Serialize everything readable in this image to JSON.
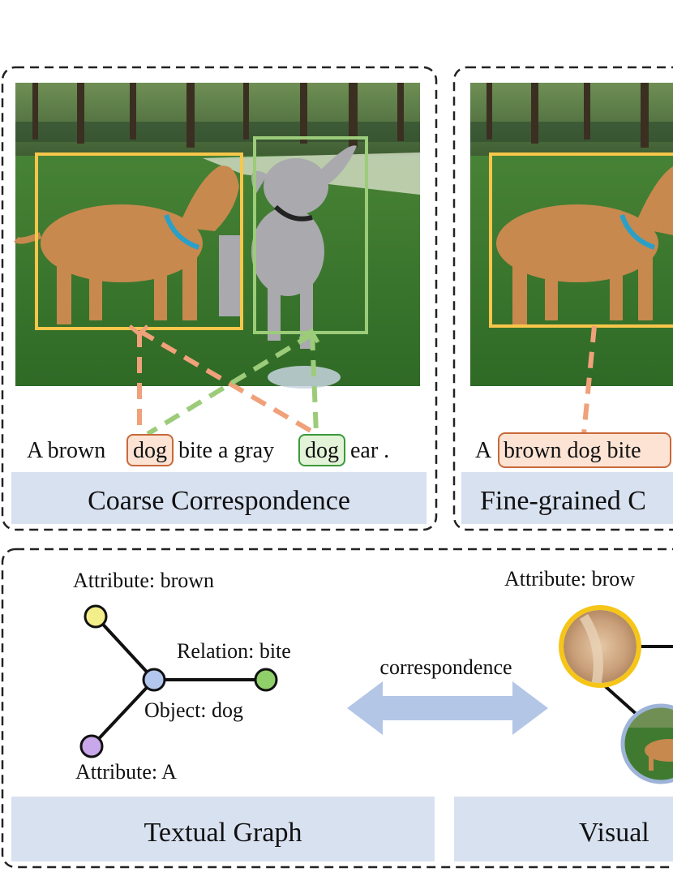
{
  "panels": {
    "coarse": {
      "caption": "Coarse Correspondence",
      "sentence": [
        {
          "text": "A brown",
          "type": "plain"
        },
        {
          "text": "dog",
          "type": "orange-box"
        },
        {
          "text": "bite a gray",
          "type": "plain"
        },
        {
          "text": "dog",
          "type": "green-box"
        },
        {
          "text": "ear .",
          "type": "plain"
        }
      ]
    },
    "fine": {
      "caption": "Fine-grained C",
      "sentence_prefix": "A",
      "sentence_highlight": "brown dog bite"
    },
    "textual_graph": {
      "caption": "Textual Graph",
      "labels": {
        "attr_top": "Attribute: brown",
        "relation": "Relation: bite",
        "object": "Object: dog",
        "attr_bottom": "Attribute: A"
      }
    },
    "visual_graph": {
      "caption": "Visual",
      "labels": {
        "attr_top": "Attribute: brow"
      }
    },
    "correspondence_label": "correspondence"
  },
  "colors": {
    "orange": "#f0a17a",
    "orange_dark": "#c8693a",
    "orange_fill": "#fde3d4",
    "green": "#9ccc7a",
    "green_dark": "#3a9a3a",
    "green_fill": "#e3f3d8",
    "yellow": "#f7c64a",
    "caption_bg": "#d8e1f0",
    "arrow": "#b3c6e6",
    "node_yellow": "#f4ee8a",
    "node_blue": "#b3c6ee",
    "node_green": "#8fd06a",
    "node_purple": "#c8a7ea"
  },
  "icons": {
    "coarse_image": "photo-two-dogs",
    "fine_image": "photo-two-dogs-cropped",
    "attribute_patch": "fur-patch-photo",
    "object_patch": "dog-crop-photo"
  }
}
